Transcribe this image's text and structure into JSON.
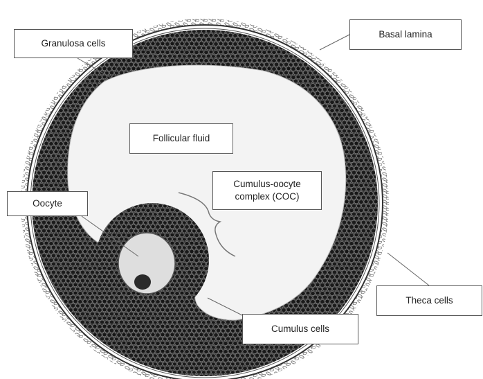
{
  "labels": {
    "granulosa": "Granulosa cells",
    "basal_lamina": "Basal lamina",
    "follicular_fluid": "Follicular fluid",
    "coc_line1": "Cumulus-oocyte",
    "coc_line2": "complex (COC)",
    "oocyte": "Oocyte",
    "theca": "Theca cells",
    "cumulus": "Cumulus cells"
  },
  "colors": {
    "cell_fill": "#1f1f1f",
    "cell_edge": "#6b6b6b",
    "fluid": "#f3f3f3",
    "oocyte": "#dedede",
    "nucleus": "#2a2a2a",
    "theca": "#8a8a8a"
  }
}
